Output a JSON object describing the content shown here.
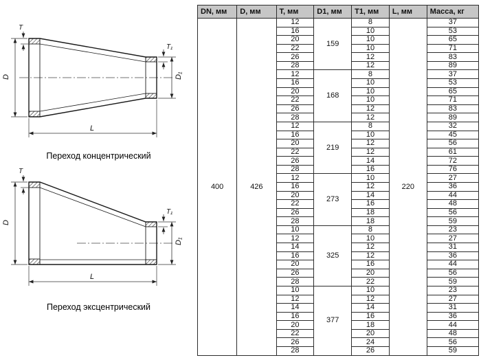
{
  "figures": {
    "concentric": {
      "caption": "Переход концентрический"
    },
    "eccentric": {
      "caption": "Переход эксцентрический"
    },
    "labels": {
      "t": "T",
      "t1": "T₁",
      "d": "D",
      "d1": "D₁",
      "l": "L"
    }
  },
  "table": {
    "headers": [
      "DN, мм",
      "D, мм",
      "T, мм",
      "D1, мм",
      "T1, мм",
      "L, мм",
      "Масса, кг"
    ],
    "dn": "400",
    "d": "426",
    "l": "220",
    "groups": [
      {
        "d1": "159",
        "rows": [
          [
            "12",
            "8",
            "37"
          ],
          [
            "16",
            "10",
            "53"
          ],
          [
            "20",
            "10",
            "65"
          ],
          [
            "22",
            "10",
            "71"
          ],
          [
            "26",
            "12",
            "83"
          ],
          [
            "28",
            "12",
            "89"
          ]
        ]
      },
      {
        "d1": "168",
        "rows": [
          [
            "12",
            "8",
            "37"
          ],
          [
            "16",
            "10",
            "53"
          ],
          [
            "20",
            "10",
            "65"
          ],
          [
            "22",
            "10",
            "71"
          ],
          [
            "26",
            "12",
            "83"
          ],
          [
            "28",
            "12",
            "89"
          ]
        ]
      },
      {
        "d1": "219",
        "rows": [
          [
            "12",
            "8",
            "32"
          ],
          [
            "16",
            "10",
            "45"
          ],
          [
            "20",
            "12",
            "56"
          ],
          [
            "22",
            "12",
            "61"
          ],
          [
            "26",
            "14",
            "72"
          ],
          [
            "28",
            "16",
            "76"
          ]
        ]
      },
      {
        "d1": "273",
        "rows": [
          [
            "12",
            "10",
            "27"
          ],
          [
            "16",
            "12",
            "36"
          ],
          [
            "20",
            "14",
            "44"
          ],
          [
            "22",
            "16",
            "48"
          ],
          [
            "26",
            "18",
            "56"
          ],
          [
            "28",
            "18",
            "59"
          ]
        ]
      },
      {
        "d1": "325",
        "rows": [
          [
            "10",
            "8",
            "23"
          ],
          [
            "12",
            "10",
            "27"
          ],
          [
            "14",
            "12",
            "31"
          ],
          [
            "16",
            "12",
            "36"
          ],
          [
            "20",
            "16",
            "44"
          ],
          [
            "26",
            "20",
            "56"
          ],
          [
            "28",
            "22",
            "59"
          ]
        ]
      },
      {
        "d1": "377",
        "rows": [
          [
            "10",
            "10",
            "23"
          ],
          [
            "12",
            "12",
            "27"
          ],
          [
            "14",
            "14",
            "31"
          ],
          [
            "16",
            "16",
            "36"
          ],
          [
            "20",
            "18",
            "44"
          ],
          [
            "22",
            "20",
            "48"
          ],
          [
            "26",
            "24",
            "56"
          ],
          [
            "28",
            "26",
            "59"
          ]
        ]
      }
    ]
  }
}
